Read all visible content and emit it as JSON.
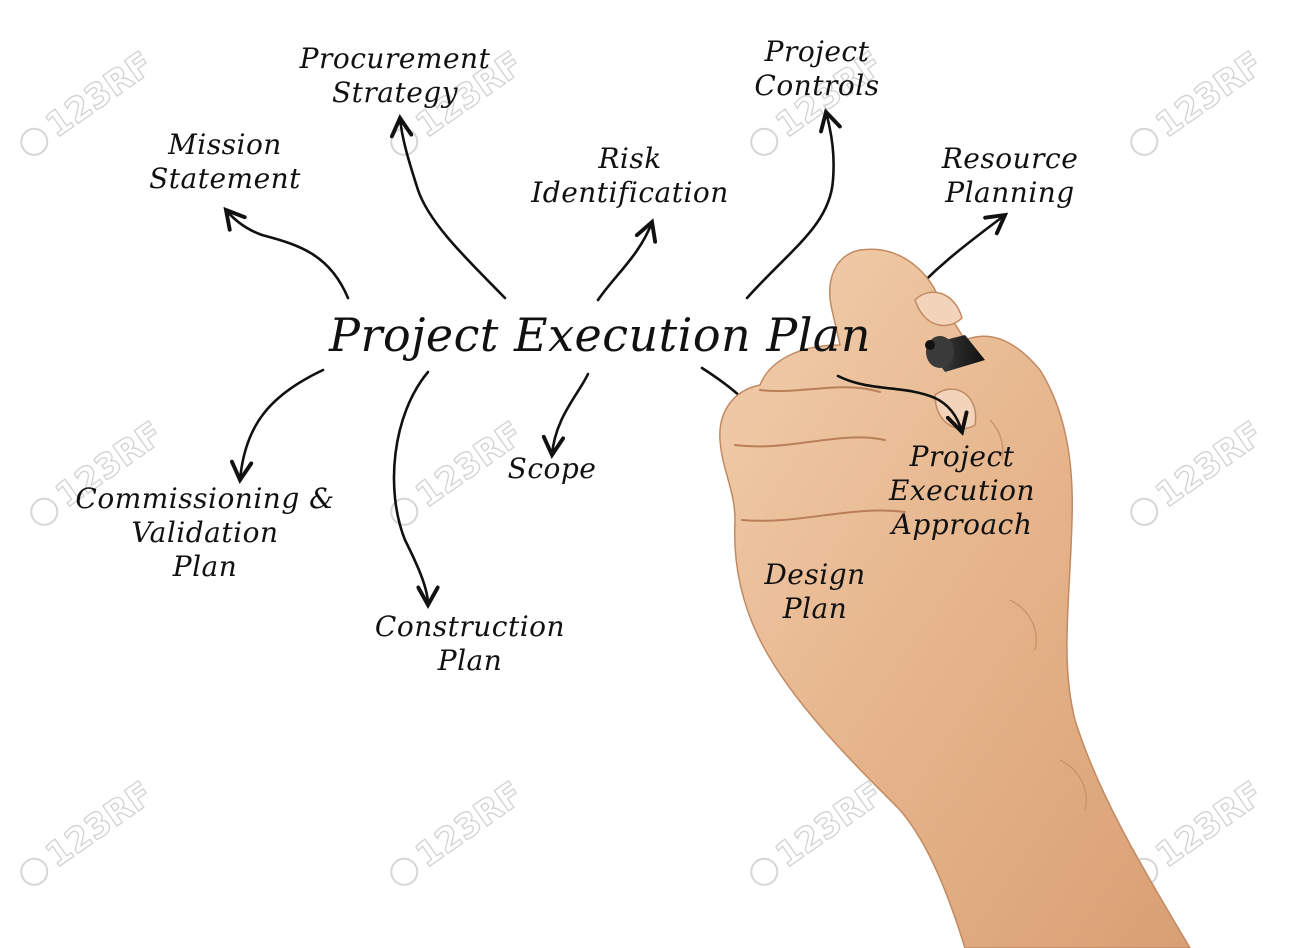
{
  "diagram": {
    "center": "Project Execution Plan",
    "nodes": [
      {
        "id": "mission",
        "lines": [
          "Mission",
          "Statement"
        ]
      },
      {
        "id": "procurement",
        "lines": [
          "Procurement",
          "Strategy"
        ]
      },
      {
        "id": "risk",
        "lines": [
          "Risk",
          "Identification"
        ]
      },
      {
        "id": "controls",
        "lines": [
          "Project",
          "Controls"
        ]
      },
      {
        "id": "resource",
        "lines": [
          "Resource",
          "Planning"
        ]
      },
      {
        "id": "commissioning",
        "lines": [
          "Commissioning &",
          "Validation",
          "Plan"
        ]
      },
      {
        "id": "construction",
        "lines": [
          "Construction",
          "Plan"
        ]
      },
      {
        "id": "scope",
        "lines": [
          "Scope"
        ]
      },
      {
        "id": "design",
        "lines": [
          "Design",
          "Plan"
        ]
      },
      {
        "id": "approach",
        "lines": [
          "Project",
          "Execution",
          "Approach"
        ]
      }
    ]
  },
  "watermark": {
    "text": "123RF",
    "color": "#d2d2d2"
  },
  "colors": {
    "ink": "#111111",
    "background": "#ffffff",
    "skin": "#e8b98f",
    "marker": "#2b2b2b"
  }
}
